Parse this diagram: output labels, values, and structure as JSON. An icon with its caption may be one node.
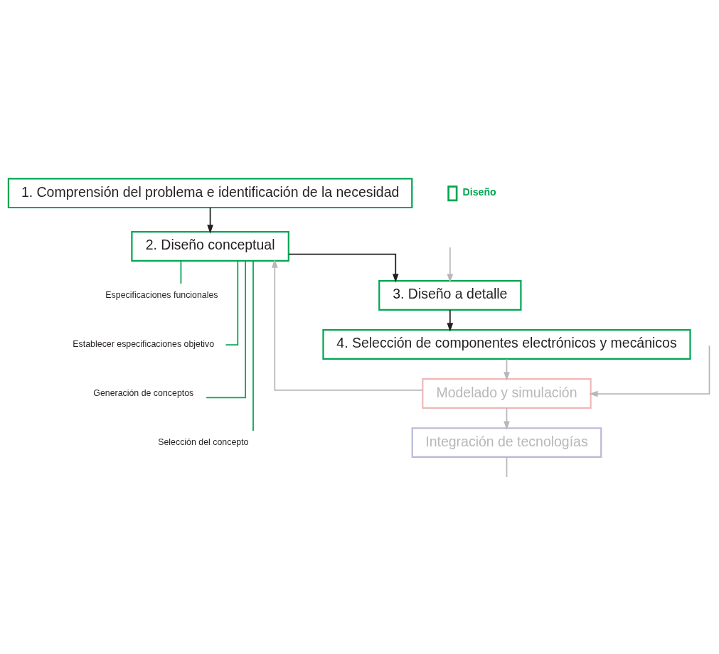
{
  "diagram": {
    "nodes": [
      {
        "text": [
          "1. Comprensión del problema e identificación de la necesidad"
        ]
      },
      {
        "text": [
          "2. Diseño conceptual"
        ]
      },
      {
        "text": [
          "Especificaciones funcionales"
        ]
      },
      {
        "text": [
          "Establecer especificaciones objetivo"
        ]
      },
      {
        "text": [
          "Generación de conceptos"
        ]
      },
      {
        "text": [
          "Selección del concepto"
        ]
      },
      {
        "text": [
          "3. Diseño a detalle"
        ]
      },
      {
        "text": [
          "4. Selección de componentes electrónicos y mecánicos"
        ]
      },
      {
        "text": [
          "Modelado y simulación"
        ]
      },
      {
        "text": [
          "Integración de tecnologías"
        ]
      }
    ],
    "edges": [
      {
        "from": 0,
        "to": 1,
        "arrow": "to",
        "color": "#231f20"
      },
      {
        "from": 1,
        "to": 2,
        "arrow": "none",
        "color": "#00a651"
      },
      {
        "from": 1,
        "to": 3,
        "arrow": "none",
        "color": "#00a651"
      },
      {
        "from": 1,
        "to": 4,
        "arrow": "none",
        "color": "#00a651"
      },
      {
        "from": 1,
        "to": 5,
        "arrow": "none",
        "color": "#00a651"
      },
      {
        "from": 1,
        "to": 6,
        "arrow": "to",
        "color": "#231f20"
      },
      {
        "from": 6,
        "to": 7,
        "arrow": "to",
        "color": "#231f20"
      },
      {
        "from": 7,
        "to": 8,
        "arrow": "to"
      },
      {
        "from": 8,
        "to": 1,
        "arrow": "to"
      },
      {
        "from": 8,
        "to": 9,
        "arrow": "to"
      },
      {
        "from": null,
        "to": 6,
        "arrow": "to"
      },
      {
        "from": null,
        "to": 8,
        "arrow": "to"
      },
      {
        "from": 9,
        "to": null,
        "arrow": "none"
      }
    ],
    "legend": [
      {
        "text": "Diseño",
        "color": "#00a651"
      }
    ]
  }
}
